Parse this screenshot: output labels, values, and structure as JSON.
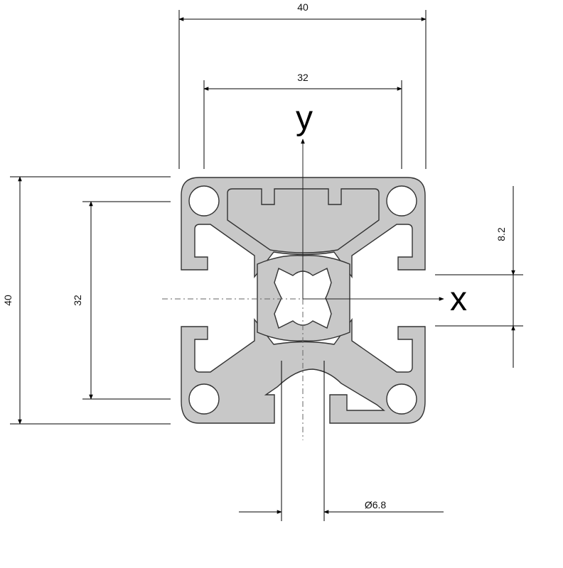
{
  "profile": {
    "fill_color": "#c8c8c8",
    "stroke_color": "#333333"
  },
  "axes": {
    "x_label": "x",
    "y_label": "y"
  },
  "dimensions": {
    "top_outer": "40",
    "top_inner": "32",
    "left_outer": "40",
    "left_inner": "32",
    "slot_offset": "8.2",
    "bore_diameter": "Ø6.8"
  }
}
